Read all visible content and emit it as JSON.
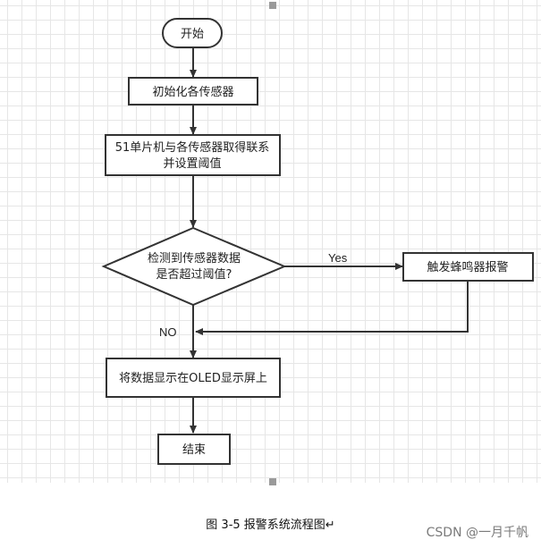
{
  "nodes": {
    "start": "开始",
    "init": "初始化各传感器",
    "connect_line1": "51单片机与各传感器取得联系",
    "connect_line2": "并设置阈值",
    "check_line1": "检测到传感器数据",
    "check_line2": "是否超过阈值?",
    "alarm": "触发蜂鸣器报警",
    "display": "将数据显示在OLED显示屏上",
    "end": "结束"
  },
  "edges": {
    "yes": "Yes",
    "no": "NO"
  },
  "caption": "图 3-5 报警系统流程图↵",
  "watermark": "CSDN @一月千帆",
  "colors": {
    "stroke": "#333333",
    "grid": "#e6e6e6",
    "text": "#222222"
  }
}
